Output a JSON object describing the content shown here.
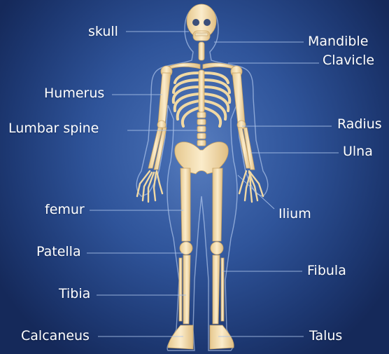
{
  "labels": {
    "skull": "skull",
    "mandible": "Mandible",
    "clavicle": "Clavicle",
    "humerus": "Humerus",
    "radius": "Radius",
    "lumbar_spine": "Lumbar spine",
    "ulna": "Ulna",
    "ilium": "Ilium",
    "femur": "femur",
    "patella": "Patella",
    "fibula": "Fibula",
    "tibia": "Tibia",
    "calcaneus": "Calcaneus",
    "talus": "Talus"
  },
  "colors": {
    "background_center": "#4a72b8",
    "background_edge": "#15295a",
    "bone": "#f4dfae",
    "bone_shadow": "#d9b77a",
    "body_outline": "#cfe2ff",
    "leader_line": "#aac2e8",
    "label_text": "#ffffff"
  }
}
